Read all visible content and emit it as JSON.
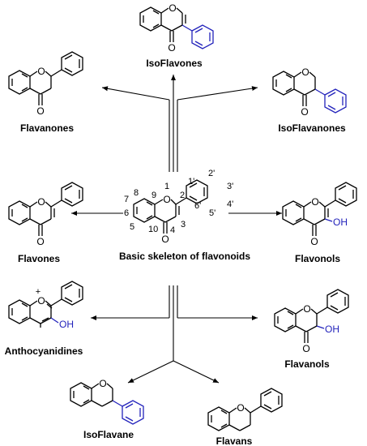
{
  "title": "Basic skeleton of flavonoids",
  "colors": {
    "bond": "#000000",
    "highlight": "#2222bb"
  },
  "atoms": {
    "oxygen": "O",
    "hydroxyl": "OH",
    "oxonium_charge": "+"
  },
  "numbering": {
    "O1": "1",
    "C2": "2",
    "C3": "3",
    "C4": "4",
    "C5": "5",
    "C6": "6",
    "C7": "7",
    "C8": "8",
    "C9": "9",
    "C10": "10",
    "C1p": "1'",
    "C2p": "2'",
    "C3p": "3'",
    "C4p": "4'",
    "C5p": "5'",
    "C6p": "6'"
  },
  "classes": {
    "isoflavones": "IsoFlavones",
    "flavanones": "Flavanones",
    "isoflavanones": "IsoFlavanones",
    "flavones": "Flavones",
    "flavonols": "Flavonols",
    "anthocyanidines": "Anthocyanidines",
    "flavanols": "Flavanols",
    "isoflavane": "IsoFlavane",
    "flavans": "Flavans"
  }
}
